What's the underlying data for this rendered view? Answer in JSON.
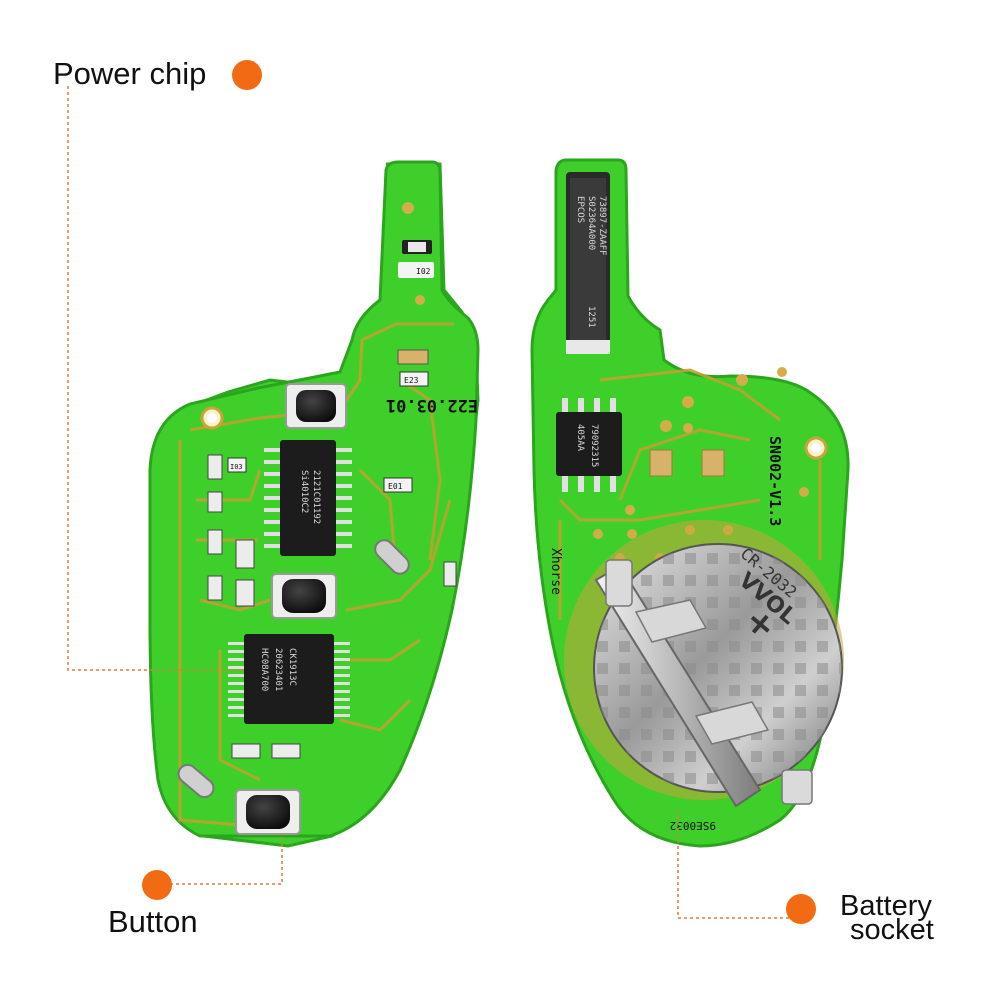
{
  "callouts": {
    "power_chip": "Power chip",
    "button": "Button",
    "battery_line1": "Battery",
    "battery_line2": "socket"
  },
  "board_markings": {
    "date_code": "E22.03.01",
    "front_chip_1": [
      "Si4010C2",
      "2121C01192"
    ],
    "front_chip_2": [
      "HC08A700",
      "20623401",
      "CK1913C"
    ],
    "antenna": [
      "EPCOS",
      "S02364A000",
      "73897-ZAAFF",
      "1251"
    ],
    "eeprom": [
      "405AA",
      "79092315"
    ],
    "board_model": "SN002-V1.3",
    "brand": "Xhorse",
    "battery_model": "CR-2032",
    "battery_brand": "VVOL",
    "small_labels": [
      "I02",
      "E23",
      "E01",
      "I03"
    ],
    "edge_code": "9SE0032"
  },
  "colors": {
    "pcb": "#3fcf2a",
    "pcb_dark": "#2aa81d",
    "trace": "#bfa32f",
    "accent_dot": "#f26b12",
    "leader_line": "#e07a3a"
  }
}
